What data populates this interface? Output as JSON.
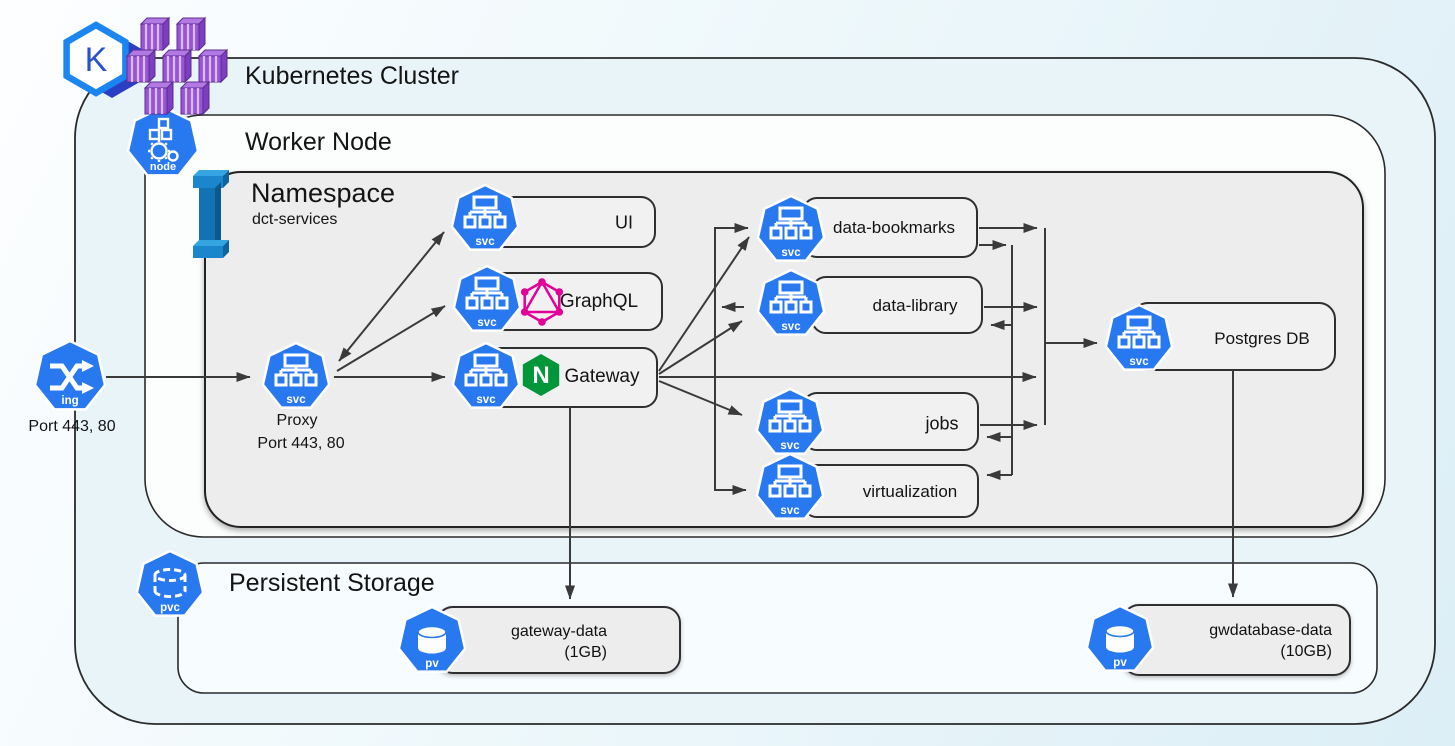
{
  "titles": {
    "cluster": "Kubernetes Cluster",
    "worker": "Worker Node",
    "namespace": "Namespace",
    "namespace_name": "dct-services",
    "storage": "Persistent Storage"
  },
  "badges": {
    "svc": "svc",
    "ing": "ing",
    "node": "node",
    "pvc": "pvc",
    "pv": "pv"
  },
  "logos": {
    "k8s_letter": "K",
    "nginx_letter": "N"
  },
  "nodes": {
    "ingress_ports": "Port 443, 80",
    "proxy_name": "Proxy",
    "proxy_ports": "Port 443, 80",
    "ui": "UI",
    "graphql": "GraphQL",
    "gateway": "Gateway",
    "data_bookmarks": "data-bookmarks",
    "data_library": "data-library",
    "jobs": "jobs",
    "virtualization": "virtualization",
    "postgres": "Postgres DB",
    "gateway_data_name": "gateway-data",
    "gateway_data_size": "(1GB)",
    "gwdatabase_name": "gwdatabase-data",
    "gwdatabase_size": "(10GB)"
  },
  "colors": {
    "k8s_blue": "#2878f0",
    "graphql_pink": "#e10098",
    "nginx_green": "#009639",
    "container_purple": "#9a55d6",
    "line": "#3a3a3a",
    "namespace_fill": "#ededed",
    "box_fill": "#f1f1f1"
  }
}
